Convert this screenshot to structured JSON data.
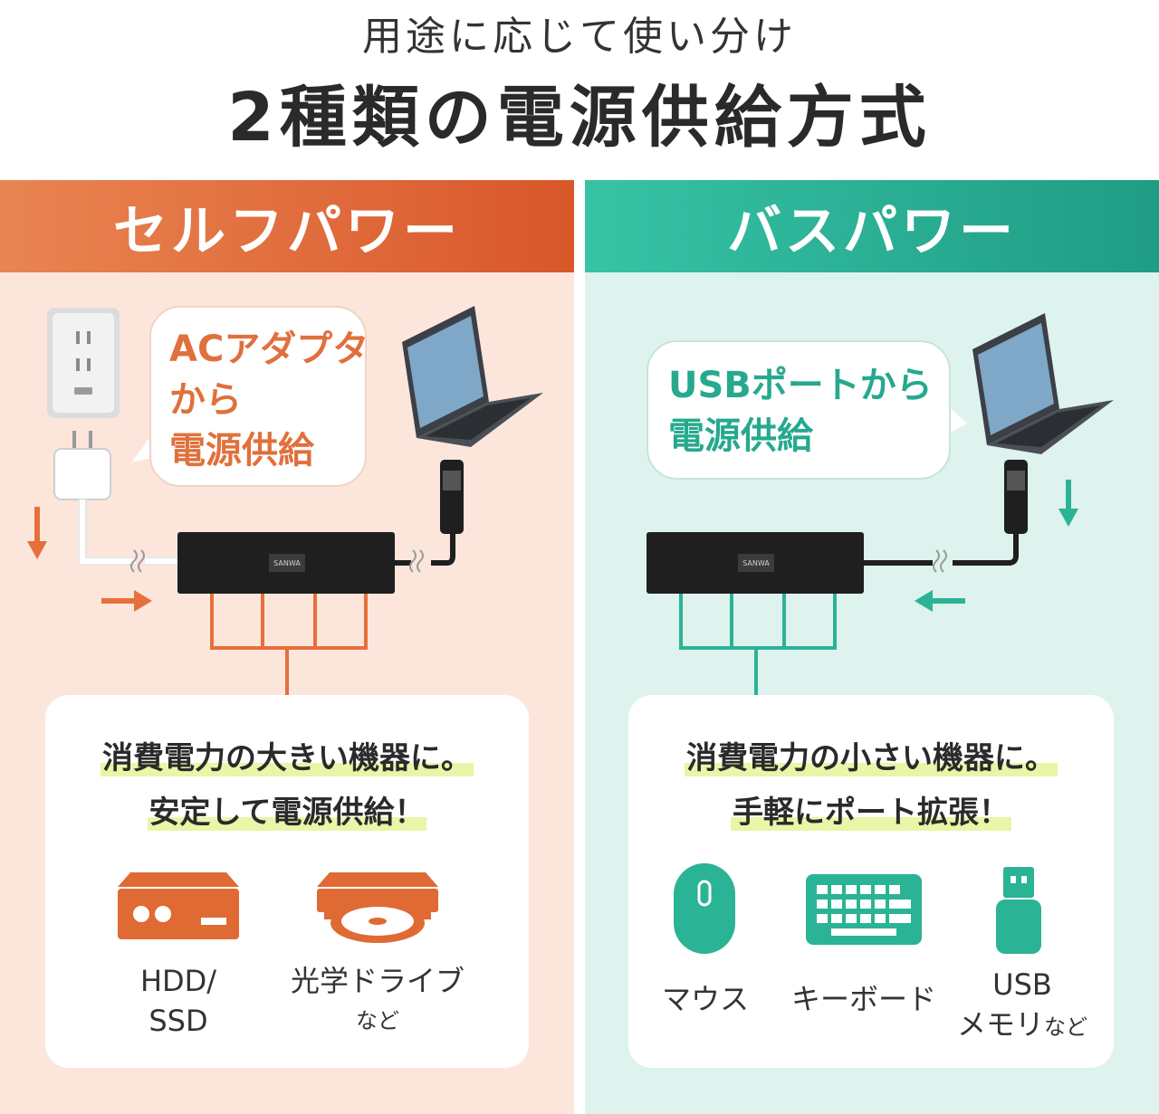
{
  "header": {
    "subtitle": "用途に応じて使い分け",
    "title": "2種類の電源供給方式"
  },
  "left": {
    "band_label": "セルフパワー",
    "bubble_lines": [
      "ACアダプタ",
      "から",
      "電源供給"
    ],
    "message_lines": [
      "消費電力の大きい機器に。",
      "安定して電源供給！"
    ],
    "devices": [
      {
        "icon": "hdd-icon",
        "label_lines": [
          "HDD/",
          "SSD"
        ],
        "suffix": ""
      },
      {
        "icon": "optical-drive-icon",
        "label_lines": [
          "光学ドライブ"
        ],
        "suffix": "など"
      }
    ],
    "accent": "#e0703c"
  },
  "right": {
    "band_label": "バスパワー",
    "bubble_lines": [
      "USBポートから",
      "電源供給"
    ],
    "message_lines": [
      "消費電力の小さい機器に。",
      "手軽にポート拡張！"
    ],
    "devices": [
      {
        "icon": "mouse-icon",
        "label_lines": [
          "マウス"
        ],
        "suffix": ""
      },
      {
        "icon": "keyboard-icon",
        "label_lines": [
          "キーボード"
        ],
        "suffix": ""
      },
      {
        "icon": "usb-memory-icon",
        "label_lines": [
          "USB",
          "メモリ"
        ],
        "suffix": "など"
      }
    ],
    "accent": "#26a98e"
  },
  "hub_logo": "SANWA"
}
